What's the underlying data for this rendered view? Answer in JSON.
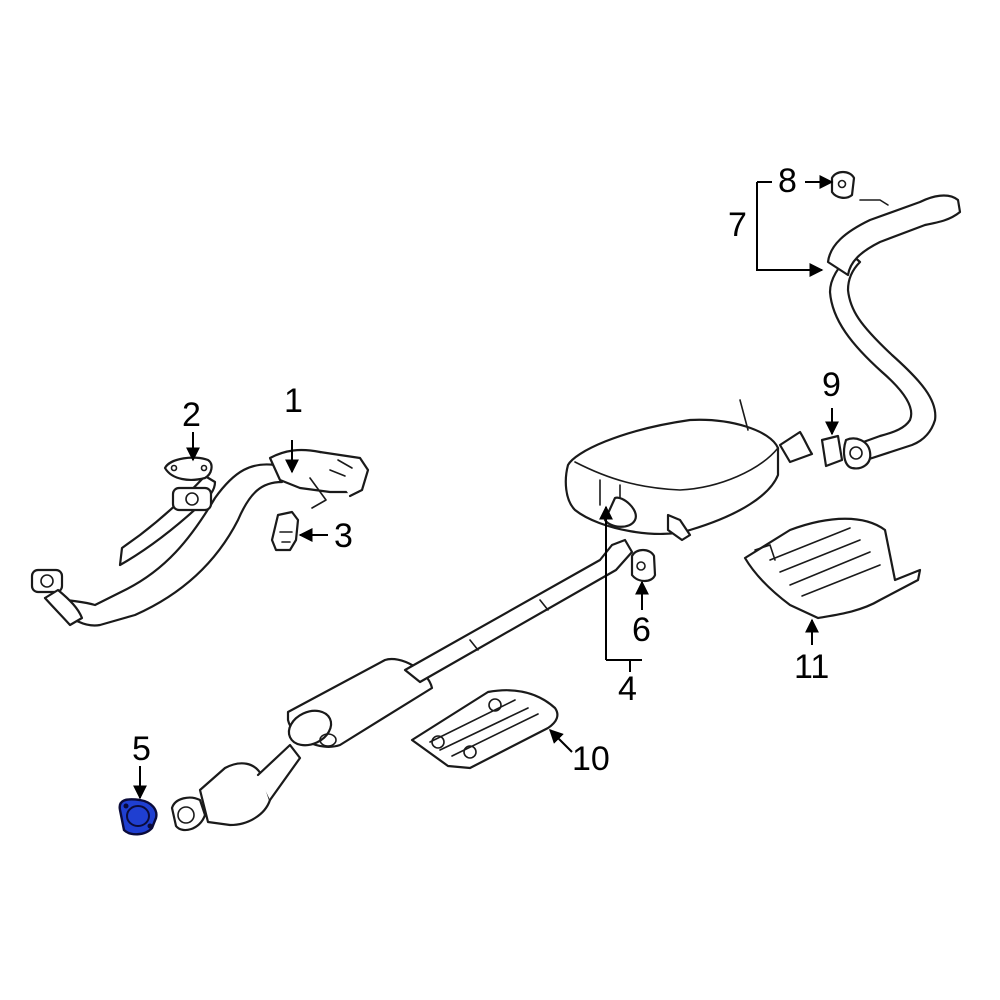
{
  "callouts": [
    {
      "id": "1",
      "label": "1"
    },
    {
      "id": "2",
      "label": "2"
    },
    {
      "id": "3",
      "label": "3"
    },
    {
      "id": "4",
      "label": "4"
    },
    {
      "id": "5",
      "label": "5"
    },
    {
      "id": "6",
      "label": "6"
    },
    {
      "id": "7",
      "label": "7"
    },
    {
      "id": "8",
      "label": "8"
    },
    {
      "id": "9",
      "label": "9"
    },
    {
      "id": "10",
      "label": "10"
    },
    {
      "id": "11",
      "label": "11"
    }
  ],
  "highlight_color": "#1f3fd1",
  "highlighted_part": "5"
}
